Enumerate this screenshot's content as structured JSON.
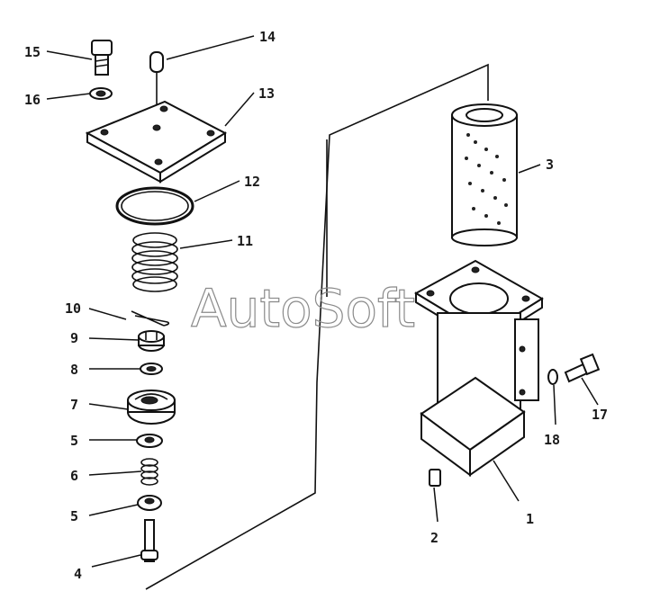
{
  "watermark": "AutoSoft",
  "callouts": [
    {
      "id": "c15",
      "text": "15"
    },
    {
      "id": "c14",
      "text": "14"
    },
    {
      "id": "c16",
      "text": "16"
    },
    {
      "id": "c13",
      "text": "13"
    },
    {
      "id": "c12",
      "text": "12"
    },
    {
      "id": "c11",
      "text": "11"
    },
    {
      "id": "c10",
      "text": "10"
    },
    {
      "id": "c9",
      "text": "9"
    },
    {
      "id": "c8",
      "text": "8"
    },
    {
      "id": "c7",
      "text": "7"
    },
    {
      "id": "c5a",
      "text": "5"
    },
    {
      "id": "c6",
      "text": "6"
    },
    {
      "id": "c5b",
      "text": "5"
    },
    {
      "id": "c4",
      "text": "4"
    },
    {
      "id": "c3",
      "text": "3"
    },
    {
      "id": "c17",
      "text": "17"
    },
    {
      "id": "c18",
      "text": "18"
    },
    {
      "id": "c2",
      "text": "2"
    },
    {
      "id": "c1",
      "text": "1"
    }
  ]
}
